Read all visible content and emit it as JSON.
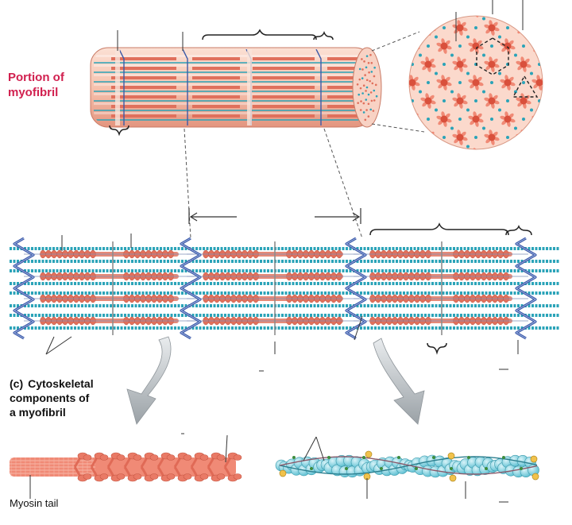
{
  "labels": {
    "portion_of_myofibril": [
      "Portion of",
      "myofibril"
    ],
    "panel_tag": "(c)",
    "panel_caption": [
      "Cytoskeletal",
      "components of",
      "a myofibril"
    ],
    "myosin_tail": "Myosin tail"
  },
  "colors": {
    "background": "#ffffff",
    "myofibril_fill": "#f2b3a0",
    "myosin": "#e0705c",
    "actin": "#2aa3b8",
    "titin": "#3c5aa8",
    "label_red": "#d1204f",
    "arrow_gray": "#b7bcc0"
  }
}
